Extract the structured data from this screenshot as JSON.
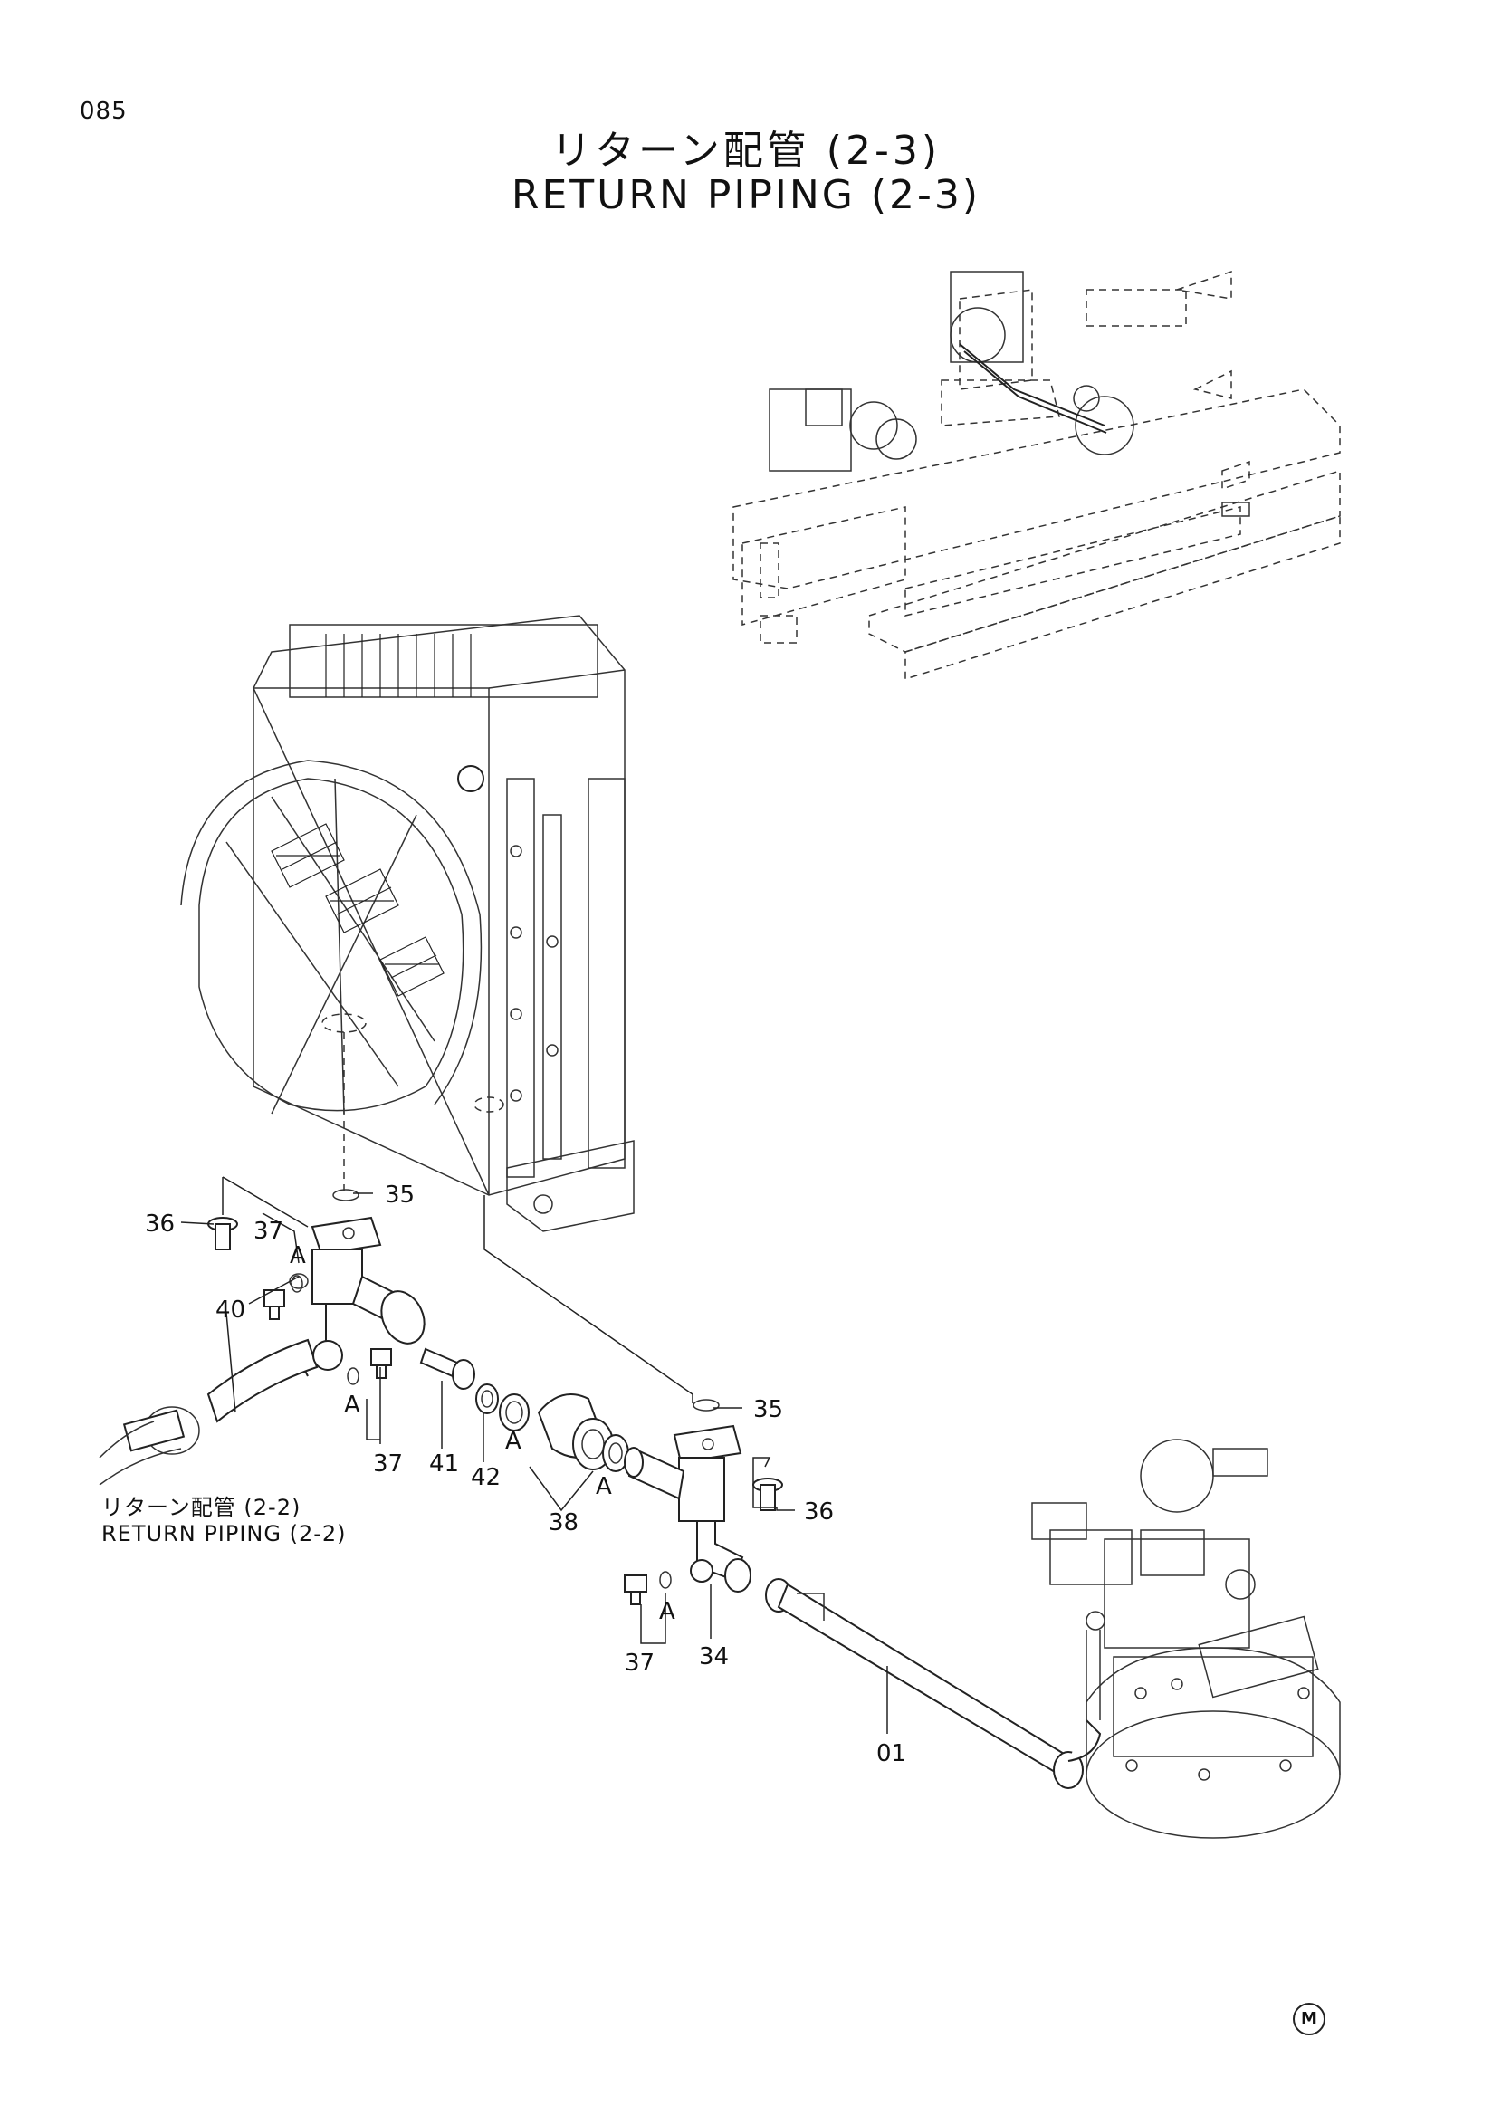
{
  "page": {
    "number": "085"
  },
  "title": {
    "japanese": "リターン配管 (2-3)",
    "english": "RETURN PIPING (2-3)"
  },
  "reference": {
    "japanese": "リターン配管 (2-2)",
    "english": "RETURN PIPING (2-2)"
  },
  "callouts": [
    {
      "id": "c35a",
      "text": "35"
    },
    {
      "id": "c36a",
      "text": "36"
    },
    {
      "id": "c37a",
      "text": "37"
    },
    {
      "id": "cAa",
      "text": "A"
    },
    {
      "id": "c40",
      "text": "40"
    },
    {
      "id": "cAb",
      "text": "A"
    },
    {
      "id": "c37b",
      "text": "37"
    },
    {
      "id": "c41",
      "text": "41"
    },
    {
      "id": "c42",
      "text": "42"
    },
    {
      "id": "cAc",
      "text": "A"
    },
    {
      "id": "c38",
      "text": "38"
    },
    {
      "id": "cAd",
      "text": "A"
    },
    {
      "id": "c35b",
      "text": "35"
    },
    {
      "id": "c36b",
      "text": "36"
    },
    {
      "id": "cAe",
      "text": "A"
    },
    {
      "id": "c37c",
      "text": "37"
    },
    {
      "id": "c34",
      "text": "34"
    },
    {
      "id": "c01",
      "text": "01"
    }
  ],
  "mark": "M"
}
